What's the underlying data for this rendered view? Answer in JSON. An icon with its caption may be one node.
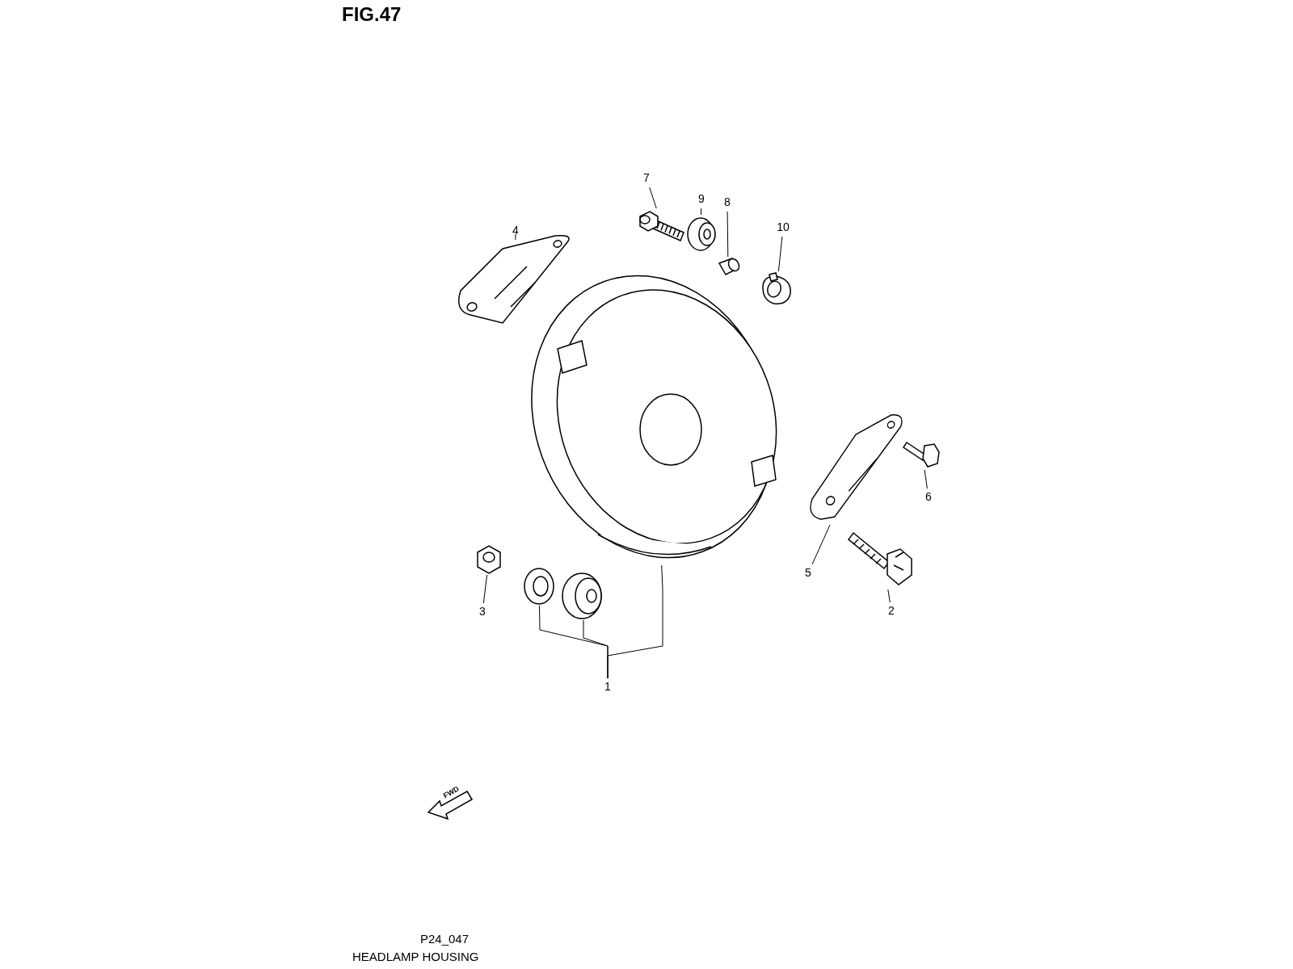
{
  "diagram": {
    "title": "FIG.47",
    "caption": "HEADLAMP HOUSING",
    "nodes": [
      {
        "text": [
          "7"
        ]
      },
      {
        "text": [
          "9"
        ]
      },
      {
        "text": [
          "8"
        ]
      },
      {
        "text": [
          "10"
        ]
      },
      {
        "text": [
          "4"
        ]
      },
      {
        "text": [
          "6"
        ]
      },
      {
        "text": [
          "5"
        ]
      },
      {
        "text": [
          "3"
        ]
      },
      {
        "text": [
          "2"
        ]
      },
      {
        "text": [
          "1"
        ]
      },
      {
        "text": [],
        "shape": "picture"
      },
      {
        "text": [],
        "shape": "picture"
      },
      {
        "text": [],
        "shape": "picture"
      },
      {
        "text": [],
        "shape": "picture"
      },
      {
        "text": [],
        "shape": "picture"
      },
      {
        "text": [],
        "shape": "picture"
      },
      {
        "text": [],
        "shape": "picture"
      },
      {
        "text": [],
        "shape": "picture"
      },
      {
        "text": [],
        "shape": "picture"
      },
      {
        "text": [],
        "shape": "picture"
      },
      {
        "text": [],
        "shape": "picture"
      },
      {
        "text": [],
        "shape": "picture"
      }
    ],
    "edges": [
      {
        "from": 0,
        "to": 10,
        "arrow": "none"
      },
      {
        "from": 1,
        "to": 11,
        "arrow": "none"
      },
      {
        "from": 2,
        "to": 12,
        "arrow": "none"
      },
      {
        "from": 3,
        "to": 13,
        "arrow": "none"
      },
      {
        "from": 4,
        "to": 14,
        "arrow": "none"
      },
      {
        "from": 5,
        "to": 15,
        "arrow": "none"
      },
      {
        "from": 6,
        "to": 16,
        "arrow": "none"
      },
      {
        "from": 7,
        "to": 17,
        "arrow": "none"
      },
      {
        "from": 8,
        "to": 18,
        "arrow": "none"
      },
      {
        "from": 9,
        "to": 19,
        "arrow": "none"
      },
      {
        "from": 9,
        "to": 20,
        "arrow": "none"
      },
      {
        "from": 9,
        "to": 21,
        "arrow": "none"
      }
    ],
    "labels": [
      "FWD",
      "P24_047"
    ]
  }
}
